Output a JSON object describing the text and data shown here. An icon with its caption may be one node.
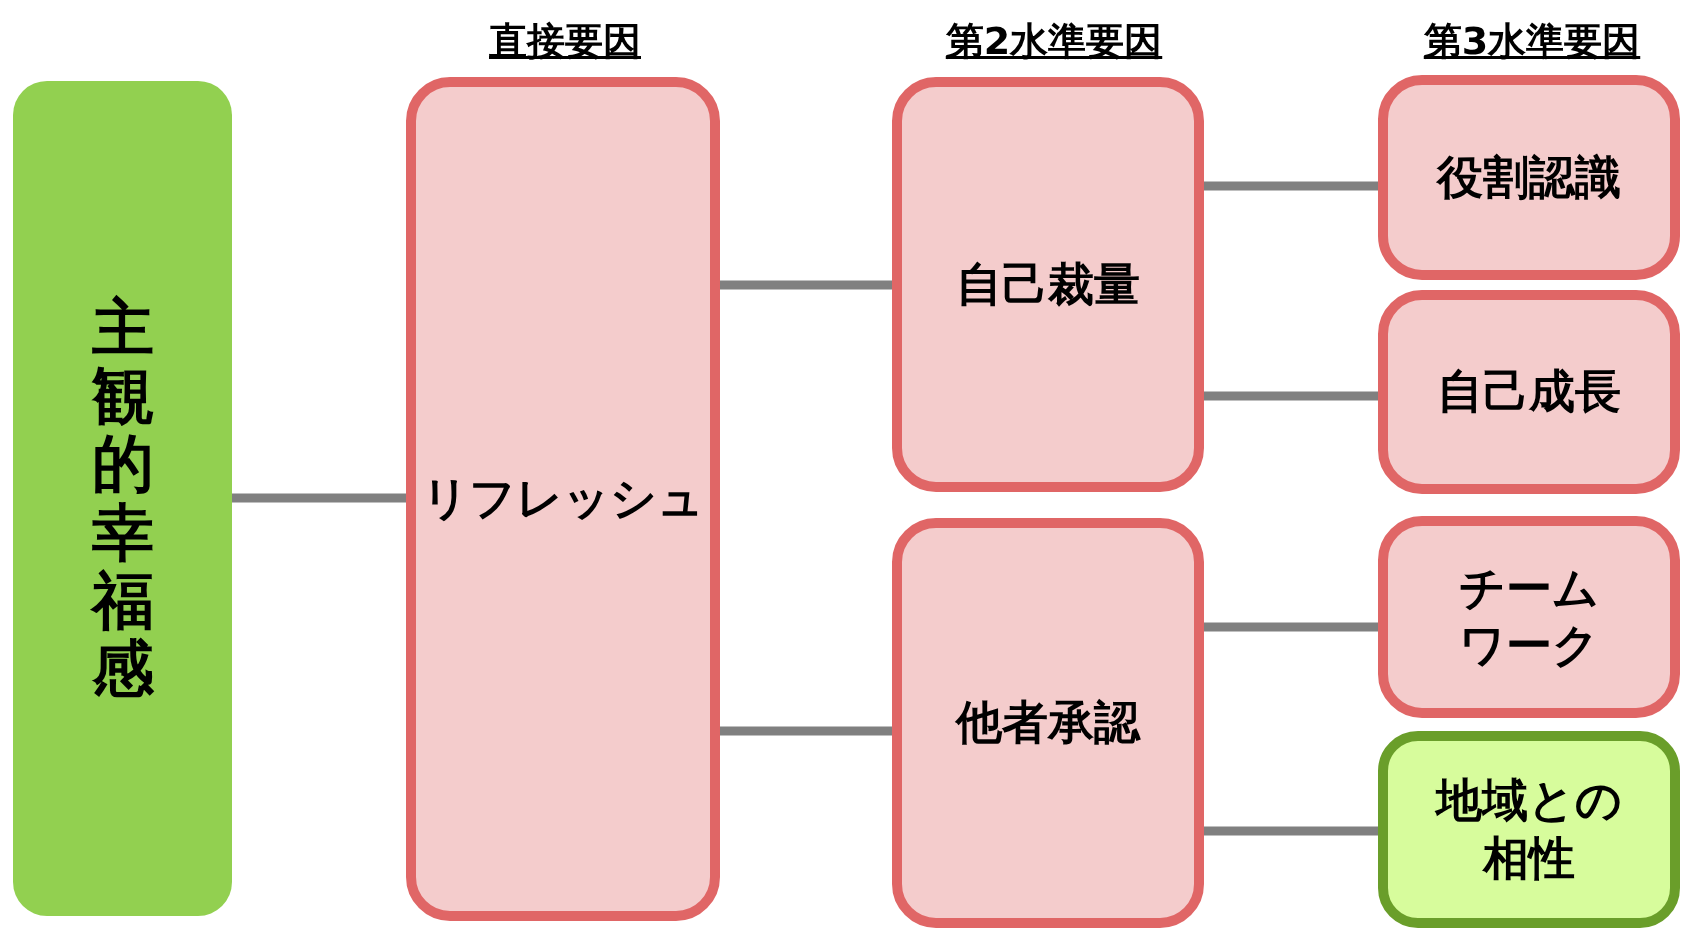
{
  "diagram": {
    "nodes": [
      {
        "text": [
          "主観的幸福感"
        ]
      },
      {
        "text": [
          "リフレッシュ"
        ]
      },
      {
        "text": [
          "自己裁量"
        ]
      },
      {
        "text": [
          "他者承認"
        ]
      },
      {
        "text": [
          "役割認識"
        ]
      },
      {
        "text": [
          "自己成長"
        ]
      },
      {
        "text": [
          "チームワーク"
        ]
      },
      {
        "text": [
          "地域との相性"
        ]
      }
    ],
    "edges": [
      {
        "from": 0,
        "to": 1,
        "arrow": "none"
      },
      {
        "from": 1,
        "to": 2,
        "arrow": "none"
      },
      {
        "from": 1,
        "to": 3,
        "arrow": "none"
      },
      {
        "from": 2,
        "to": 4,
        "arrow": "none"
      },
      {
        "from": 2,
        "to": 5,
        "arrow": "none"
      },
      {
        "from": 3,
        "to": 6,
        "arrow": "none"
      },
      {
        "from": 3,
        "to": 7,
        "arrow": "none"
      }
    ],
    "labels": [
      "直接要因",
      "第2水準要因",
      "第3水準要因"
    ]
  }
}
